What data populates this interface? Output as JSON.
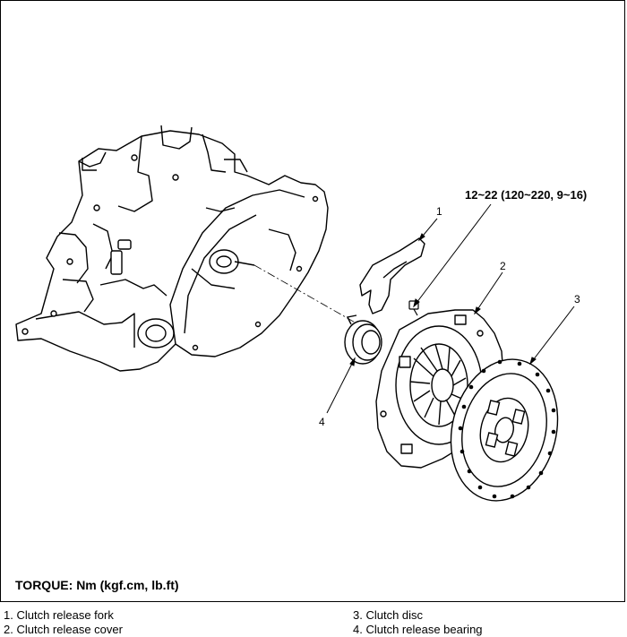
{
  "callouts": [
    {
      "number": "1"
    },
    {
      "number": "2"
    },
    {
      "number": "3"
    },
    {
      "number": "4"
    }
  ],
  "torque_spec": "12~22 (120~220, 9~16)",
  "torque_title": "TORQUE: Nm (kgf.cm, lb.ft)",
  "legend": [
    {
      "text": "1.  Clutch release fork"
    },
    {
      "text": "2.  Clutch release cover"
    },
    {
      "text": "3.  Clutch disc"
    },
    {
      "text": "4.  Clutch release bearing"
    }
  ]
}
